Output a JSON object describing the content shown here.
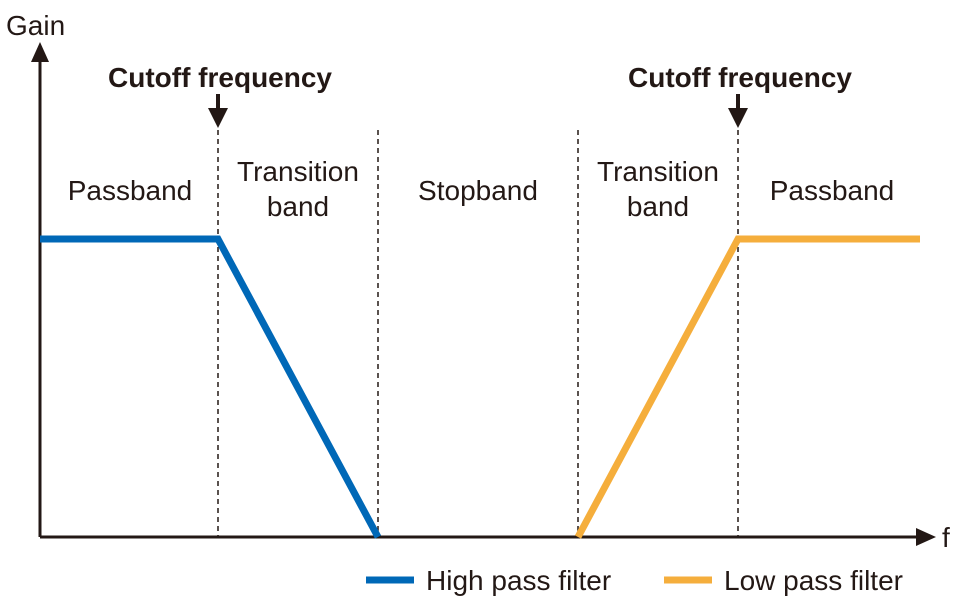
{
  "axes": {
    "y_label": "Gain",
    "x_label": "f"
  },
  "annotations": {
    "cutoff_left": "Cutoff frequency",
    "cutoff_right": "Cutoff frequency"
  },
  "bands": {
    "passband_left": "Passband",
    "transition_left_line1": "Transition",
    "transition_left_line2": "band",
    "stopband": "Stopband",
    "transition_right_line1": "Transition",
    "transition_right_line2": "band",
    "passband_right": "Passband"
  },
  "legend": {
    "items": [
      {
        "label": "High pass filter",
        "color": "#0068b7"
      },
      {
        "label": "Low pass filter",
        "color": "#f5ae3c"
      }
    ]
  },
  "colors": {
    "axis": "#231815",
    "high_pass": "#0068b7",
    "low_pass": "#f5ae3c"
  }
}
